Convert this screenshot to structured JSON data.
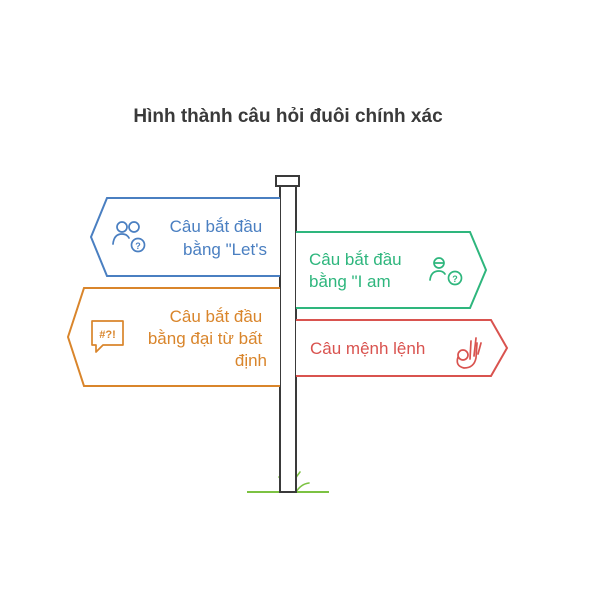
{
  "title": "Hình thành câu hỏi đuôi chính xác",
  "signs": [
    {
      "lines": [
        "Câu bắt đầu",
        "bằng \"Let's"
      ],
      "color": "#4a7fc1",
      "icon": "people-question-icon"
    },
    {
      "lines": [
        "Câu bắt đầu",
        "bằng \"I am"
      ],
      "color": "#2eb67d",
      "icon": "person-question-icon"
    },
    {
      "lines": [
        "Câu bắt đầu",
        "bằng đại từ bất",
        "định"
      ],
      "color": "#d9852b",
      "icon": "speech-bubble-symbols-icon"
    },
    {
      "lines": [
        "Câu mệnh lệnh"
      ],
      "color": "#d9534f",
      "icon": "ok-hand-icon"
    }
  ],
  "post_color": "#3a3a3a",
  "grass_color": "#7cc242"
}
